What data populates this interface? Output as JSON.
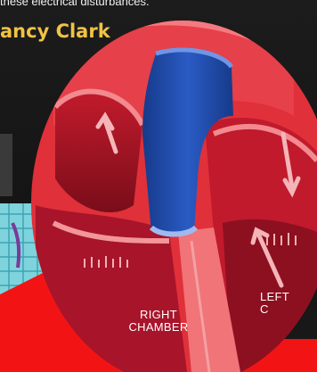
{
  "caption": {
    "text": "these electrical disturbances."
  },
  "author": {
    "name": "ancy Clark"
  },
  "diagram": {
    "label_right_line1": "RIGHT",
    "label_right_line2": "CHAMBER",
    "label_left_line1": "LEFT",
    "label_left_line2": "C"
  },
  "colors": {
    "accent_yellow": "#f1c244",
    "heart_red": "#e0303a",
    "dark_red": "#8c1020",
    "vessel_blue": "#1f4aa8",
    "background": "#181818",
    "bright_red": "#f21414"
  }
}
